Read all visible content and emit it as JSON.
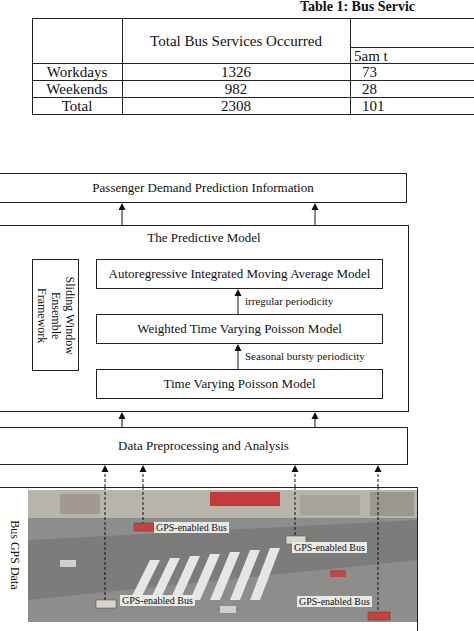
{
  "diagram": {
    "nodes": [
      {
        "text": [
          "Passenger Demand Prediction Information"
        ]
      },
      {
        "text": [
          "The Predictive Model"
        ]
      },
      {
        "text": [
          "Sliding Window Ensemble Framework"
        ],
        "in": 1
      },
      {
        "text": [
          "Autoregressive Integrated Moving Average Model"
        ],
        "in": 1
      },
      {
        "text": [
          "Weighted Time Varying Poisson Model"
        ],
        "in": 1
      },
      {
        "text": [
          "Time Varying Poisson Model"
        ],
        "in": 1
      },
      {
        "text": [
          "Data Preprocessing and Analysis"
        ]
      },
      {
        "text": [
          "Bus GPS Data"
        ]
      }
    ],
    "edges": [
      {
        "from": 1,
        "to": 0,
        "arrow": "to"
      },
      {
        "from": 1,
        "to": 0,
        "arrow": "to"
      },
      {
        "from": 6,
        "to": 1,
        "arrow": "to"
      },
      {
        "from": 6,
        "to": 1,
        "arrow": "to"
      },
      {
        "from": 5,
        "to": 4,
        "label": "Seasonal bursty periodicity",
        "arrow": "to"
      },
      {
        "from": 4,
        "to": 3,
        "label": "irregular periodicity",
        "arrow": "to"
      },
      {
        "from": 7,
        "to": 6,
        "arrow": "to"
      },
      {
        "from": 7,
        "to": 6,
        "arrow": "to"
      },
      {
        "from": 7,
        "to": 6,
        "arrow": "to"
      },
      {
        "from": 7,
        "to": 6,
        "arrow": "to"
      }
    ],
    "labels": [
      "Table 1: Bus Servic",
      "Total Bus Services Occurred",
      "5am t",
      "Workdays",
      "1326",
      "73",
      "Weekends",
      "982",
      "28",
      "Total",
      "2308",
      "101",
      "GPS-enabled Bus",
      "GPS-enabled Bus",
      "GPS-enabled Bus",
      "GPS-enabled Bus"
    ]
  }
}
